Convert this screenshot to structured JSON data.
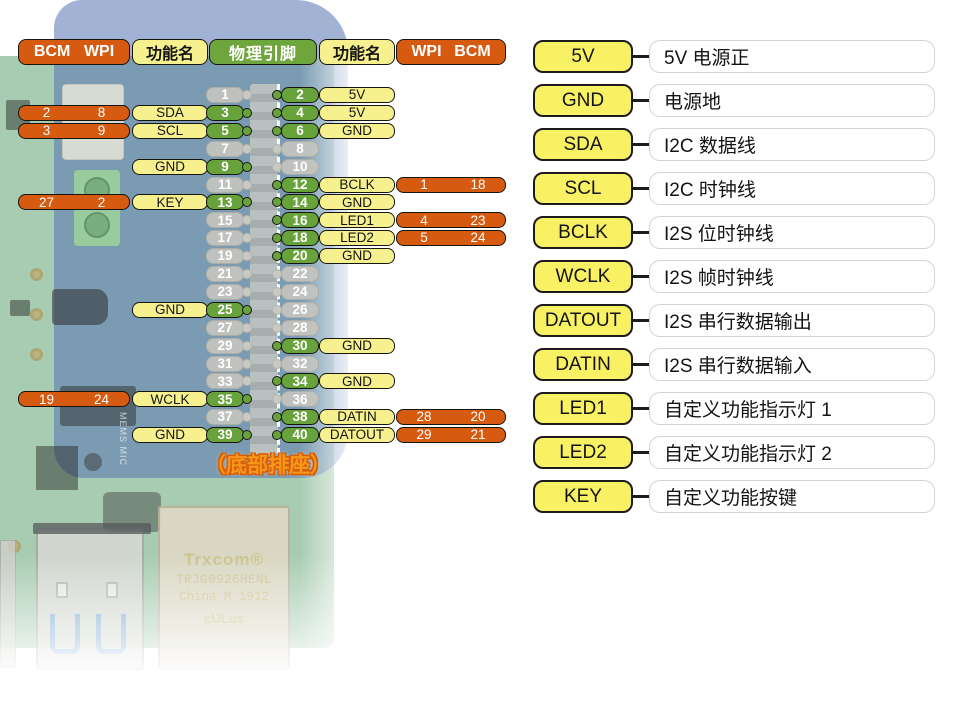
{
  "colors": {
    "orange": "#d65b11",
    "green": "#68a23b",
    "header_green": "#6fa53d",
    "yellow": "#f6f18e",
    "legend_yellow": "#f8f164",
    "caption_orange": "#f5971a"
  },
  "headers": {
    "bcm": "BCM",
    "wpi": "WPI",
    "func_left": "功能名",
    "physical": "物理引脚",
    "func_right": "功能名",
    "wpi_r": "WPI",
    "bcm_r": "BCM"
  },
  "caption": "（底部排座）",
  "rows": [
    {
      "left": {
        "pin": "1",
        "used": false
      },
      "right": {
        "pin": "2",
        "used": true,
        "func": "5V"
      }
    },
    {
      "left": {
        "pin": "3",
        "used": true,
        "func": "SDA",
        "bcm": "2",
        "wpi": "8"
      },
      "right": {
        "pin": "4",
        "used": true,
        "func": "5V"
      }
    },
    {
      "left": {
        "pin": "5",
        "used": true,
        "func": "SCL",
        "bcm": "3",
        "wpi": "9"
      },
      "right": {
        "pin": "6",
        "used": true,
        "func": "GND"
      }
    },
    {
      "left": {
        "pin": "7",
        "used": false
      },
      "right": {
        "pin": "8",
        "used": false
      }
    },
    {
      "left": {
        "pin": "9",
        "used": true,
        "func": "GND"
      },
      "right": {
        "pin": "10",
        "used": false
      }
    },
    {
      "left": {
        "pin": "11",
        "used": false
      },
      "right": {
        "pin": "12",
        "used": true,
        "func": "BCLK",
        "wpi": "1",
        "bcm": "18"
      }
    },
    {
      "left": {
        "pin": "13",
        "used": true,
        "func": "KEY",
        "bcm": "27",
        "wpi": "2"
      },
      "right": {
        "pin": "14",
        "used": true,
        "func": "GND"
      }
    },
    {
      "left": {
        "pin": "15",
        "used": false
      },
      "right": {
        "pin": "16",
        "used": true,
        "func": "LED1",
        "wpi": "4",
        "bcm": "23"
      }
    },
    {
      "left": {
        "pin": "17",
        "used": false
      },
      "right": {
        "pin": "18",
        "used": true,
        "func": "LED2",
        "wpi": "5",
        "bcm": "24"
      }
    },
    {
      "left": {
        "pin": "19",
        "used": false
      },
      "right": {
        "pin": "20",
        "used": true,
        "func": "GND"
      }
    },
    {
      "left": {
        "pin": "21",
        "used": false
      },
      "right": {
        "pin": "22",
        "used": false
      }
    },
    {
      "left": {
        "pin": "23",
        "used": false
      },
      "right": {
        "pin": "24",
        "used": false
      }
    },
    {
      "left": {
        "pin": "25",
        "used": true,
        "func": "GND"
      },
      "right": {
        "pin": "26",
        "used": false
      }
    },
    {
      "left": {
        "pin": "27",
        "used": false
      },
      "right": {
        "pin": "28",
        "used": false
      }
    },
    {
      "left": {
        "pin": "29",
        "used": false
      },
      "right": {
        "pin": "30",
        "used": true,
        "func": "GND"
      }
    },
    {
      "left": {
        "pin": "31",
        "used": false
      },
      "right": {
        "pin": "32",
        "used": false
      }
    },
    {
      "left": {
        "pin": "33",
        "used": false
      },
      "right": {
        "pin": "34",
        "used": true,
        "func": "GND"
      }
    },
    {
      "left": {
        "pin": "35",
        "used": true,
        "func": "WCLK",
        "bcm": "19",
        "wpi": "24"
      },
      "right": {
        "pin": "36",
        "used": false
      }
    },
    {
      "left": {
        "pin": "37",
        "used": false
      },
      "right": {
        "pin": "38",
        "used": true,
        "func": "DATIN",
        "wpi": "28",
        "bcm": "20"
      }
    },
    {
      "left": {
        "pin": "39",
        "used": true,
        "func": "GND"
      },
      "right": {
        "pin": "40",
        "used": true,
        "func": "DATOUT",
        "wpi": "29",
        "bcm": "21"
      }
    }
  ],
  "legend": {
    "items": [
      {
        "key": "5V",
        "desc": "5V 电源正"
      },
      {
        "key": "GND",
        "desc": "电源地"
      },
      {
        "key": "SDA",
        "desc": "I2C 数据线"
      },
      {
        "key": "SCL",
        "desc": "I2C 时钟线"
      },
      {
        "key": "BCLK",
        "desc": "I2S 位时钟线"
      },
      {
        "key": "WCLK",
        "desc": "I2S 帧时钟线"
      },
      {
        "key": "DATOUT",
        "desc": "I2S 串行数据输出"
      },
      {
        "key": "DATIN",
        "desc": "I2S 串行数据输入"
      },
      {
        "key": "LED1",
        "desc": "自定义功能指示灯 1"
      },
      {
        "key": "LED2",
        "desc": "自定义功能指示灯 2"
      },
      {
        "key": "KEY",
        "desc": "自定义功能按键"
      }
    ]
  },
  "photo": {
    "mems_label": "MEMS MIC",
    "ethernet_brand": "Trxcom®",
    "ethernet_model": "TRJG0926HENL",
    "ethernet_origin": "China M 1912",
    "ethernet_cert": "cULus"
  }
}
